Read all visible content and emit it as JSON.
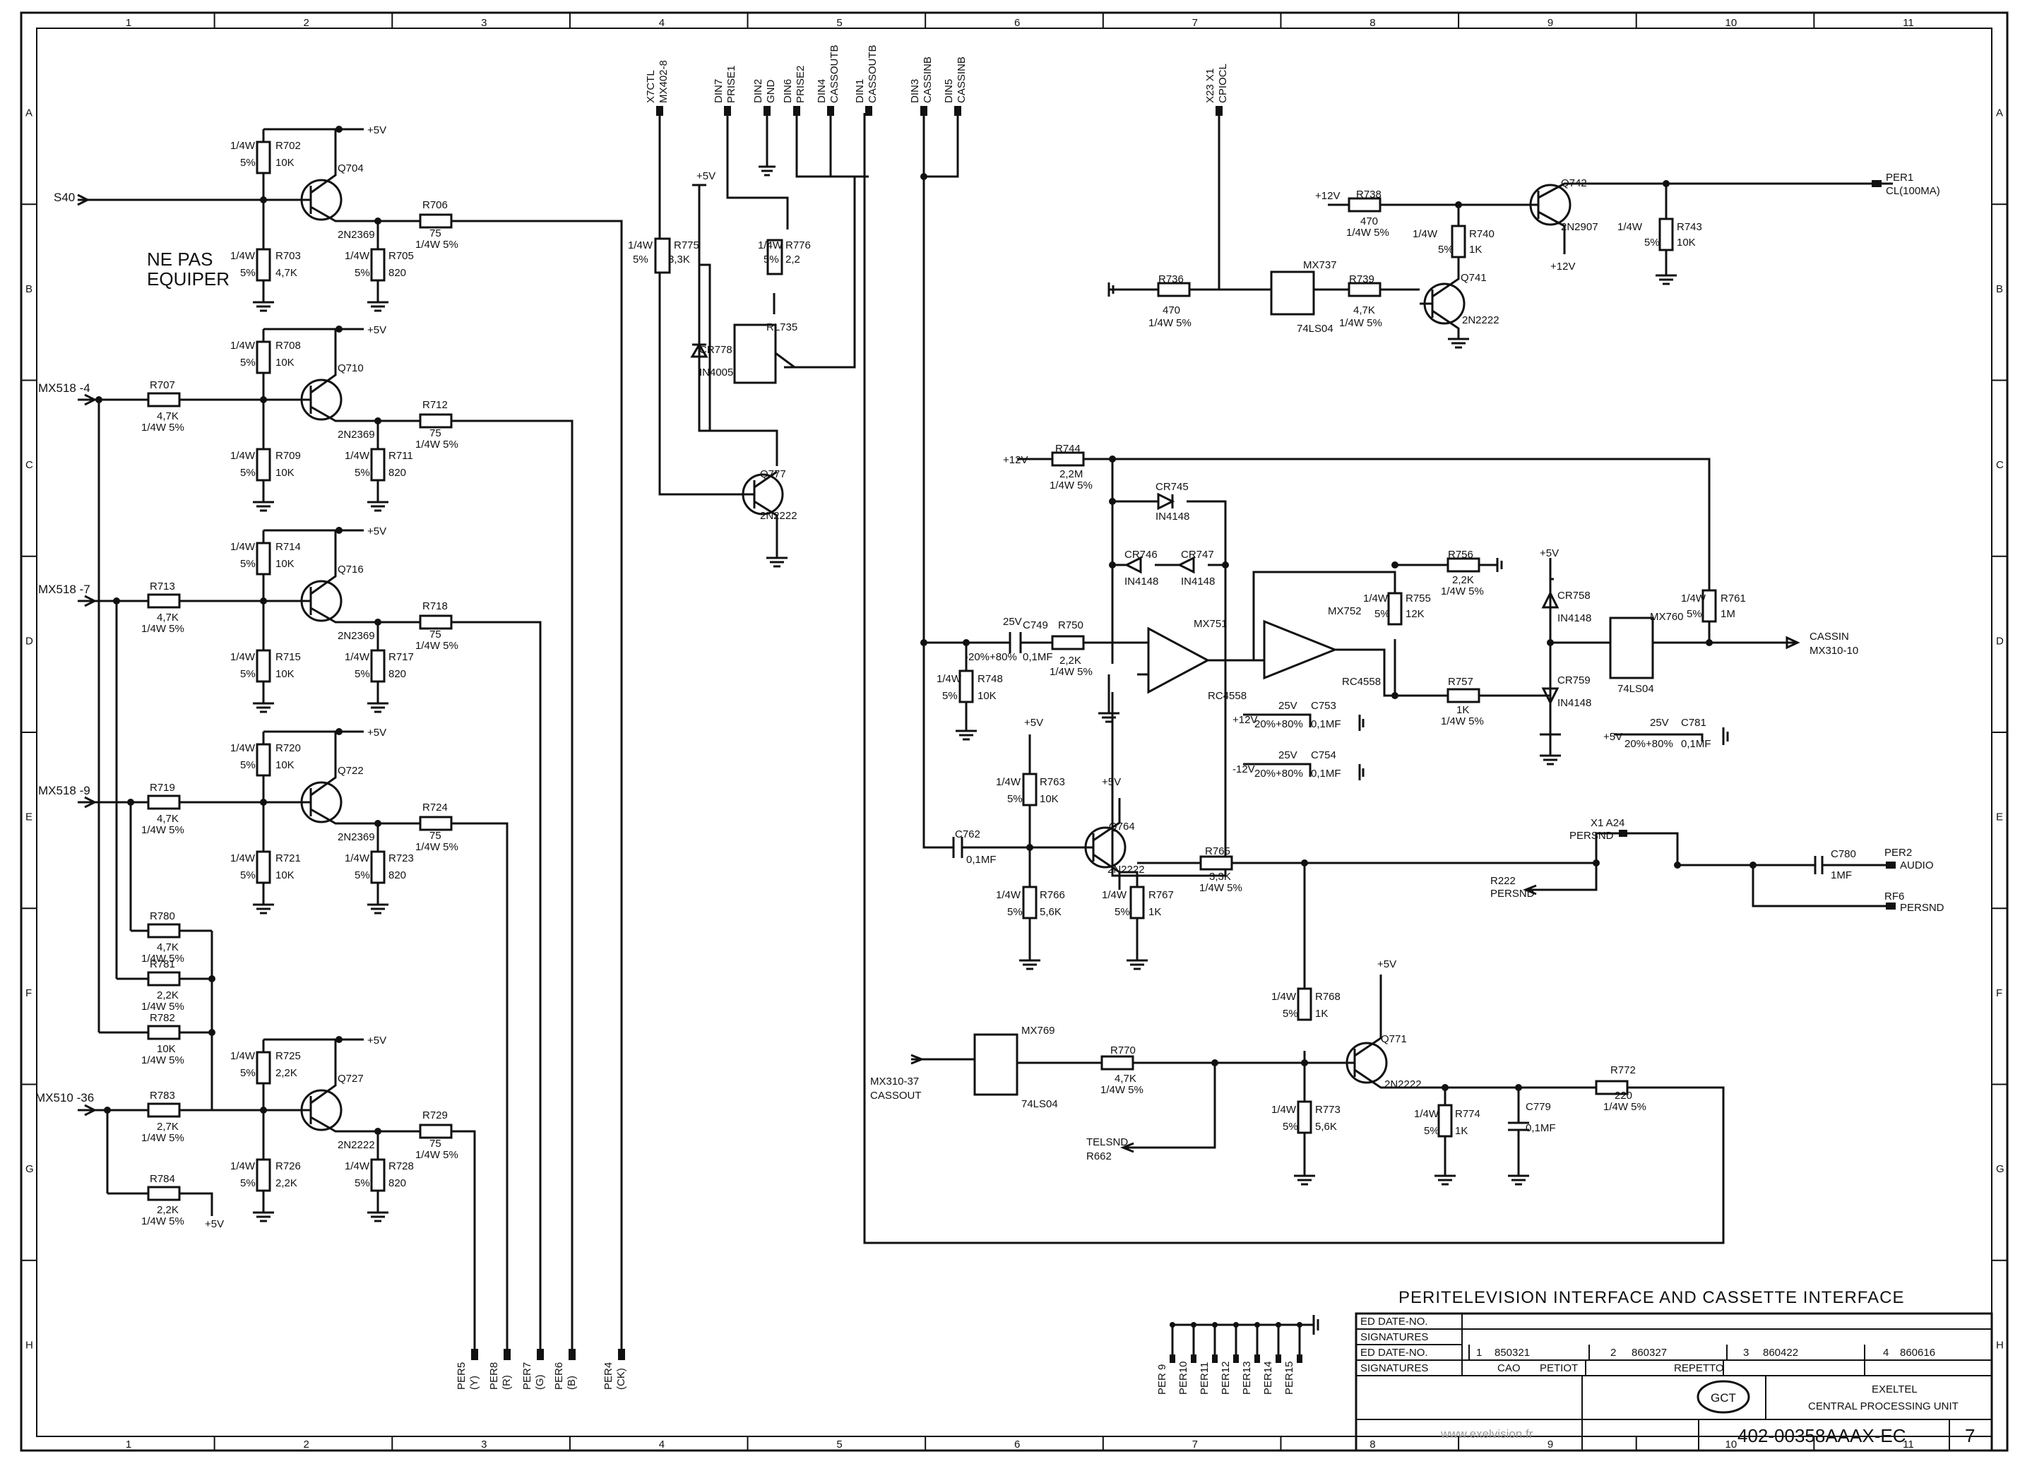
{
  "grid": {
    "cols": [
      "1",
      "2",
      "3",
      "4",
      "5",
      "6",
      "7",
      "8",
      "9",
      "10",
      "11"
    ],
    "rows": [
      "A",
      "B",
      "C",
      "D",
      "E",
      "F",
      "G",
      "H"
    ]
  },
  "note": [
    "NE PAS",
    "EQUIPER"
  ],
  "inputs": {
    "s40": "S40",
    "mx518_4": "MX518 -4",
    "mx518_7": "MX518 -7",
    "mx518_9": "MX518 -9",
    "mx510_36": "MX510 -36",
    "mx310_37": [
      "MX310-37",
      "CASSOUT"
    ],
    "telsnd": [
      "TELSND",
      "R662"
    ],
    "r222": [
      "R222",
      "PERSND"
    ]
  },
  "supplies": {
    "p5": "+5V",
    "p12": "+12V",
    "m12": "-12V"
  },
  "top_connectors": [
    {
      "pin": "X7CTL",
      "sub": "MX402-8"
    },
    {
      "pin": "DIN7",
      "sub": "PRISE1"
    },
    {
      "pin": "DIN2",
      "sub": "GND"
    },
    {
      "pin": "DIN6",
      "sub": "PRISE2"
    },
    {
      "pin": "DIN4",
      "sub": "CASSOUTB"
    },
    {
      "pin": "DIN1",
      "sub": "CASSOUTB"
    },
    {
      "pin": "DIN3",
      "sub": "CASSINB"
    },
    {
      "pin": "DIN5",
      "sub": "CASSINB"
    },
    {
      "pin": "X23 X1",
      "sub": "CPIOCL"
    }
  ],
  "left_ladder": {
    "rows": [
      {
        "rb": "R702",
        "rbv": [
          "1/4W",
          "5%",
          "10K"
        ],
        "re": "R703",
        "rev": [
          "1/4W",
          "5%",
          "4,7K"
        ],
        "q": "Q704",
        "qt": "2N2369",
        "rs": "R705",
        "rsv": [
          "1/4W",
          "5%",
          "820"
        ],
        "ro": "R706",
        "rov": [
          "75",
          "1/4W 5%"
        ]
      },
      {
        "rin": "R707",
        "rinv": [
          "4,7K",
          "1/4W 5%"
        ],
        "rb": "R708",
        "rbv": [
          "1/4W",
          "5%",
          "10K"
        ],
        "re": "R709",
        "rev": [
          "1/4W",
          "5%",
          "10K"
        ],
        "q": "Q710",
        "qt": "2N2369",
        "rs": "R711",
        "rsv": [
          "1/4W",
          "5%",
          "820"
        ],
        "ro": "R712",
        "rov": [
          "75",
          "1/4W 5%"
        ]
      },
      {
        "rin": "R713",
        "rinv": [
          "4,7K",
          "1/4W 5%"
        ],
        "rb": "R714",
        "rbv": [
          "1/4W",
          "5%",
          "10K"
        ],
        "re": "R715",
        "rev": [
          "1/4W",
          "5%",
          "10K"
        ],
        "q": "Q716",
        "qt": "2N2369",
        "rs": "R717",
        "rsv": [
          "1/4W",
          "5%",
          "820"
        ],
        "ro": "R718",
        "rov": [
          "75",
          "1/4W 5%"
        ]
      },
      {
        "rin": "R719",
        "rinv": [
          "4,7K",
          "1/4W 5%"
        ],
        "rb": "R720",
        "rbv": [
          "1/4W",
          "5%",
          "10K"
        ],
        "re": "R721",
        "rev": [
          "1/4W",
          "5%",
          "10K"
        ],
        "q": "Q722",
        "qt": "2N2369",
        "rs": "R723",
        "rsv": [
          "1/4W",
          "5%",
          "820"
        ],
        "ro": "R724",
        "rov": [
          "75",
          "1/4W 5%"
        ]
      },
      {
        "rin": "R783",
        "rinv": [
          "2,7K",
          "1/4W 5%"
        ],
        "rb": "R725",
        "rbv": [
          "1/4W",
          "5%",
          "2,2K"
        ],
        "re": "R726",
        "rev": [
          "1/4W",
          "5%",
          "2,2K"
        ],
        "q": "Q727",
        "qt": "2N2222",
        "rs": "R728",
        "rsv": [
          "1/4W",
          "5%",
          "820"
        ],
        "ro": "R729",
        "rov": [
          "75",
          "1/4W 5%"
        ]
      }
    ],
    "mix": [
      {
        "ref": "R780",
        "v": [
          "4,7K",
          "1/4W 5%"
        ]
      },
      {
        "ref": "R781",
        "v": [
          "2,2K",
          "1/4W 5%"
        ]
      },
      {
        "ref": "R782",
        "v": [
          "10K",
          "1/4W 5%"
        ]
      },
      {
        "ref": "R784",
        "v": [
          "2,2K",
          "1/4W 5%"
        ]
      }
    ]
  },
  "bottom_connectors": [
    {
      "pin": "PER5",
      "sub": "(Y)"
    },
    {
      "pin": "PER8",
      "sub": "(R)"
    },
    {
      "pin": "PER7",
      "sub": "(G)"
    },
    {
      "pin": "PER6",
      "sub": "(B)"
    },
    {
      "pin": "PER4",
      "sub": "(CK)"
    }
  ],
  "gnd_connectors": [
    "PER 9",
    "PER10",
    "PER11",
    "PER12",
    "PER13",
    "PER14",
    "PER15"
  ],
  "relay": {
    "r775": "R775",
    "r775v": [
      "1/4W",
      "5%",
      "3,3K"
    ],
    "r776": "R776",
    "r776v": [
      "1/4W",
      "5%",
      "2,2"
    ],
    "cr": "CR778",
    "crt": "IN4005",
    "rl": "RL735",
    "q": "Q777",
    "qt": "2N2222"
  },
  "clk": {
    "r736": "R736",
    "r736v": [
      "470",
      "1/4W 5%"
    ],
    "mx737": "MX737",
    "ls": "74LS04",
    "r739": "R739",
    "r739v": [
      "4,7K",
      "1/4W 5%"
    ],
    "r738": "R738",
    "r738v": [
      "470",
      "1/4W 5%"
    ],
    "r740": "R740",
    "r740v": [
      "1/4W",
      "5%",
      "1K"
    ],
    "q741": "Q741",
    "q741t": "2N2222",
    "q742": "Q742",
    "q742t": "2N2907",
    "r743": "R743",
    "r743v": [
      "1/4W",
      "5%",
      "10K"
    ],
    "out": "PER1",
    "outsub": "CL(100MA)"
  },
  "cassin": {
    "r744": "R744",
    "r744v": [
      "2,2M",
      "1/4W 5%"
    ],
    "cr745": "CR745",
    "cr746": "CR746",
    "cr747": "CR747",
    "diode": "IN4148",
    "c749": "C749",
    "c749v": [
      "25V",
      "-20%+80%",
      "0,1MF"
    ],
    "r750": "R750",
    "r750v": [
      "2,2K",
      "1/4W 5%"
    ],
    "r748": "R748",
    "r748v": [
      "1/4W",
      "5%",
      "10K"
    ],
    "mx751": "MX751",
    "mx752": "MX752",
    "rc": "RC4558",
    "r756": "R756",
    "r756v": [
      "2,2K",
      "1/4W 5%"
    ],
    "r755": "R755",
    "r755v": [
      "1/4W",
      "5%",
      "12K"
    ],
    "r757": "R757",
    "r757v": [
      "1K",
      "1/4W 5%"
    ],
    "cr758": "CR758",
    "cr759": "CR759",
    "mx760": "MX760",
    "ls": "74LS04",
    "r761": "R761",
    "r761v": [
      "1/4W",
      "5%",
      "1M"
    ],
    "out": "CASSIN",
    "outsub": "MX310-10",
    "c753": "C753",
    "c754": "C754",
    "c781": "C781",
    "cval": [
      "25V",
      "20%+80%",
      "0,1MF"
    ]
  },
  "audio": {
    "c762": "C762",
    "c762v": "0,1MF",
    "r763": "R763",
    "r763v": [
      "1/4W",
      "5%",
      "10K"
    ],
    "r766": "R766",
    "r766v": [
      "1/4W",
      "5%",
      "5,6K"
    ],
    "q764": "Q764",
    "q764t": "2N2222",
    "r767": "R767",
    "r767v": [
      "1/4W",
      "5%",
      "1K"
    ],
    "r765": "R765",
    "r765v": [
      "3,3K",
      "1/4W 5%"
    ],
    "persnd": "PERSND",
    "x1a24": "X1 A24",
    "c780": "C780",
    "c780v": "1MF",
    "per2": "PER2",
    "per2sub": "AUDIO",
    "rf6": "RF6",
    "rf6sub": "PERSND"
  },
  "cassout": {
    "mx769": "MX769",
    "ls": "74LS04",
    "r770": "R770",
    "r770v": [
      "4,7K",
      "1/4W 5%"
    ],
    "r768": "R768",
    "r768v": [
      "1/4W",
      "5%",
      "1K"
    ],
    "r773": "R773",
    "r773v": [
      "1/4W",
      "5%",
      "5,6K"
    ],
    "q771": "Q771",
    "q771t": "2N2222",
    "r774": "R774",
    "r774v": [
      "1/4W",
      "5%",
      "1K"
    ],
    "c779": "C779",
    "c779v": "0,1MF",
    "r772": "R772",
    "r772v": [
      "220",
      "1/4W 5%"
    ]
  },
  "title_block": {
    "title": "PERITELEVISION INTERFACE AND CASSETTE INTERFACE",
    "ed_date": "ED  DATE-NO.",
    "signatures": "SIGNATURES",
    "revs": [
      {
        "ed": "1",
        "date": "850321",
        "sig": "CAO"
      },
      {
        "ed": "2",
        "date": "860327",
        "sig": "PETIOT"
      },
      {
        "ed": "3",
        "date": "860422",
        "sig": "REPETTO"
      },
      {
        "ed": "4",
        "date": "860616",
        "sig": ""
      }
    ],
    "company": "EXELTEL",
    "unit": "CENTRAL PROCESSING UNIT",
    "logo": "GCT",
    "doc_no": "402-00358AAAX-EC",
    "sheet": "7",
    "watermark": "www.exelvision.fr"
  }
}
